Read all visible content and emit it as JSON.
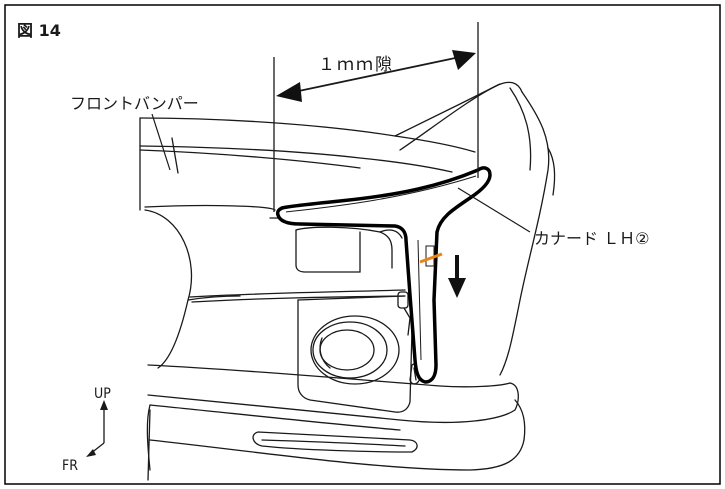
{
  "figure": {
    "title": "図 14"
  },
  "labels": {
    "front_bumper": "フロントバンパー",
    "canard": "カナード ＬＨ②",
    "gap": "１ｍｍ隙"
  },
  "direction": {
    "up": "UP",
    "front": "FR"
  },
  "colors": {
    "line": "#1a1a1a",
    "part_outline": "#000000",
    "tape": "#e8841a",
    "frame": "#000000"
  }
}
